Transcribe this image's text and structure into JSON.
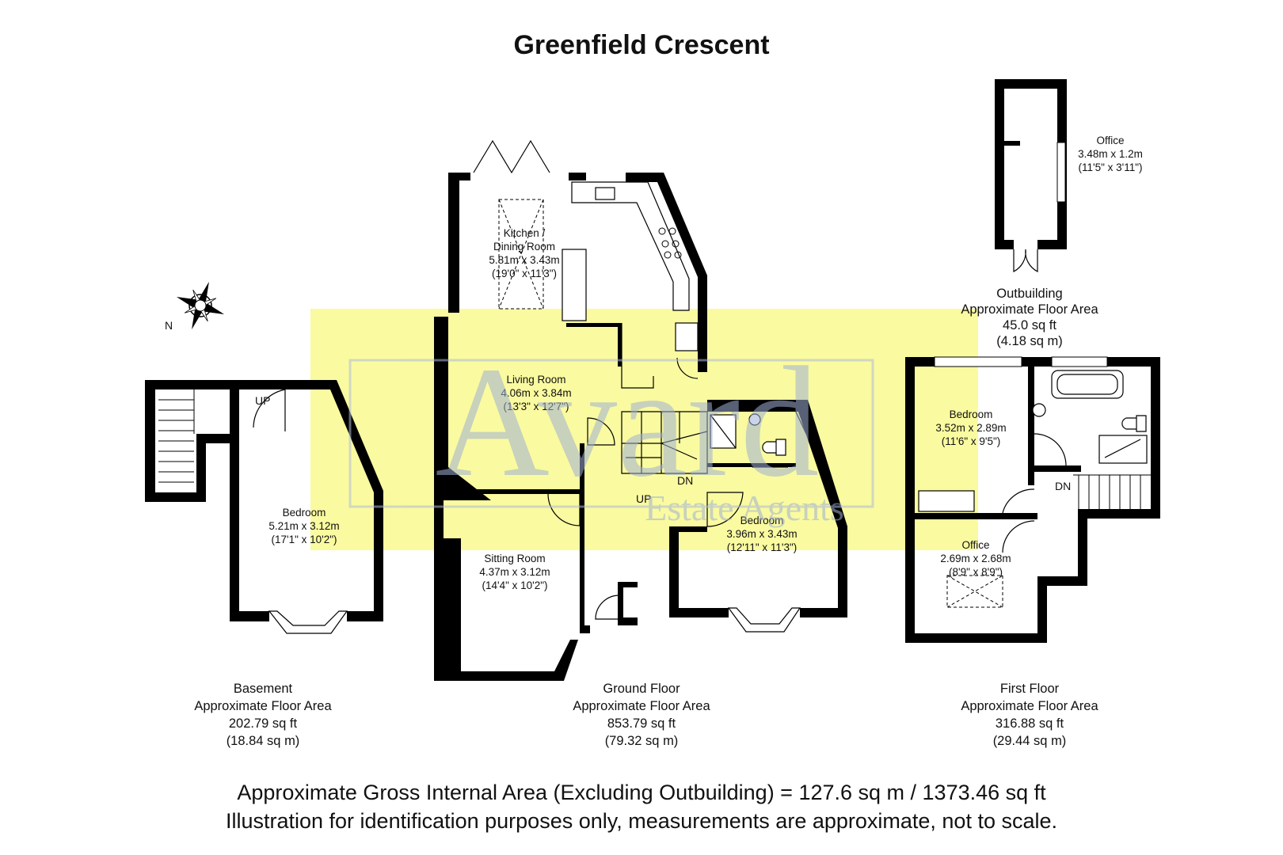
{
  "title": "Greenfield Crescent",
  "watermark": {
    "name": "Avard",
    "subtitle": "Estate Agents",
    "highlight_color": "#fafaa0",
    "text_color": "#c9d4e8"
  },
  "compass": {
    "label": "N"
  },
  "rooms": {
    "kitchen": {
      "name_line1": "Kitchen /",
      "name_line2": "Dining Room",
      "metric": "5.81m x 3.43m",
      "imperial": "(19'0\" x 11'3\")"
    },
    "living": {
      "name": "Living Room",
      "metric": "4.06m x 3.84m",
      "imperial": "(13'3\" x 12'7\")"
    },
    "sitting": {
      "name": "Sitting Room",
      "metric": "4.37m x 3.12m",
      "imperial": "(14'4\" x 10'2\")"
    },
    "ground_bedroom": {
      "name": "Bedroom",
      "metric": "3.96m x 3.43m",
      "imperial": "(12'11\" x 11'3\")"
    },
    "basement_bedroom": {
      "name": "Bedroom",
      "metric": "5.21m x 3.12m",
      "imperial": "(17'1\" x 10'2\")"
    },
    "first_bedroom": {
      "name": "Bedroom",
      "metric": "3.52m x 2.89m",
      "imperial": "(11'6\" x 9'5\")"
    },
    "first_office": {
      "name": "Office",
      "metric": "2.69m x 2.68m",
      "imperial": "(8'9\" x 8'9\")"
    },
    "outbuilding_office": {
      "name": "Office",
      "metric": "3.48m x 1.2m",
      "imperial": "(11'5\" x 3'11\")"
    }
  },
  "stair_labels": {
    "basement_up": "UP",
    "ground_up": "UP",
    "ground_dn": "DN",
    "first_dn": "DN"
  },
  "floors": {
    "basement": {
      "name": "Basement",
      "area_label": "Approximate Floor Area",
      "sq_ft": "202.79 sq ft",
      "sq_m": "(18.84 sq m)"
    },
    "ground": {
      "name": "Ground Floor",
      "area_label": "Approximate Floor Area",
      "sq_ft": "853.79 sq ft",
      "sq_m": "(79.32 sq m)"
    },
    "first": {
      "name": "First Floor",
      "area_label": "Approximate Floor Area",
      "sq_ft": "316.88 sq ft",
      "sq_m": "(29.44 sq m)"
    },
    "outbuilding": {
      "name": "Outbuilding",
      "area_label": "Approximate Floor Area",
      "sq_ft": "45.0 sq ft",
      "sq_m": "(4.18 sq m)"
    }
  },
  "footer": {
    "line1": "Approximate Gross Internal Area (Excluding Outbuilding) = 127.6 sq m / 1373.46 sq ft",
    "line2": "Illustration for identification purposes only, measurements are approximate, not to scale."
  },
  "colors": {
    "wall": "#000000",
    "background": "#ffffff"
  }
}
